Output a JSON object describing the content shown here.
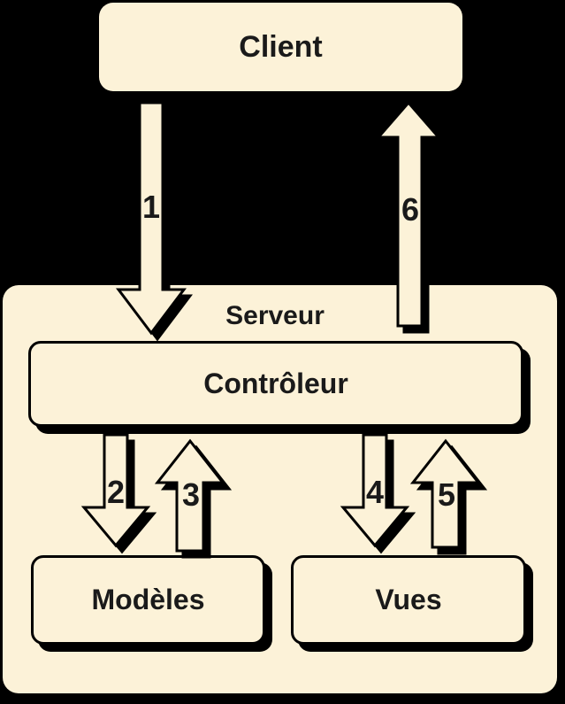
{
  "colors": {
    "background": "#000000",
    "fill": "#fcf2d8",
    "line": "#000000",
    "text": "#1a1a1a"
  },
  "nodes": {
    "client": {
      "label": "Client"
    },
    "serveur": {
      "label": "Serveur"
    },
    "controleur": {
      "label": "Contrôleur"
    },
    "modeles": {
      "label": "Modèles"
    },
    "vues": {
      "label": "Vues"
    }
  },
  "arrows": [
    {
      "label": "1",
      "direction": "down",
      "from": "Client",
      "to": "Contrôleur"
    },
    {
      "label": "2",
      "direction": "down",
      "from": "Contrôleur",
      "to": "Modèles"
    },
    {
      "label": "3",
      "direction": "up",
      "from": "Modèles",
      "to": "Contrôleur"
    },
    {
      "label": "4",
      "direction": "down",
      "from": "Contrôleur",
      "to": "Vues"
    },
    {
      "label": "5",
      "direction": "up",
      "from": "Vues",
      "to": "Contrôleur"
    },
    {
      "label": "6",
      "direction": "up",
      "from": "Contrôleur",
      "to": "Client"
    }
  ]
}
